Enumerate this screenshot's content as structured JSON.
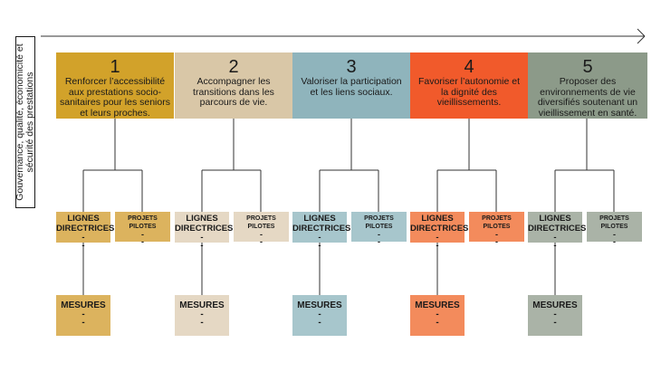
{
  "side_label": "Gouvernance, qualité, économicité et sécurité des prestations",
  "goals": [
    {
      "num": "1",
      "text": "Renforcer l’accessibilité aux prestations socio-sanitaires pour les seniors et leurs proches.",
      "color": "#d2a22a",
      "light": "#dcb35e"
    },
    {
      "num": "2",
      "text": "Accompagner les transitions dans les parcours de vie.",
      "color": "#d9c7a7",
      "light": "#e5d8c4"
    },
    {
      "num": "3",
      "text": "Valoriser la participation et les liens sociaux.",
      "color": "#8fb4bc",
      "light": "#a7c6cc"
    },
    {
      "num": "4",
      "text": "Favoriser l’autonomie et la dignité des vieillissements.",
      "color": "#f15a2b",
      "light": "#f38b5c"
    },
    {
      "num": "5",
      "text": "Proposer des environnements de vie diversifiés soutenant un vieillissement en santé.",
      "color": "#8c9a89",
      "light": "#aab3a7"
    }
  ],
  "labels": {
    "lignes": "LIGNES DIRECTRICES",
    "projets": "PROJETS PILOTES",
    "mesures": "MESURES",
    "dash": "-"
  }
}
